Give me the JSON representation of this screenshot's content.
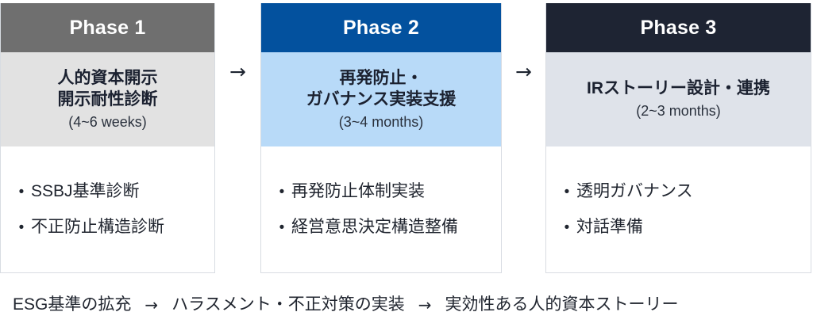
{
  "diagram": {
    "type": "three-phase-roadmap",
    "arrow_glyph": "→",
    "bullet_glyph": "•"
  },
  "phases": [
    {
      "header": "Phase 1",
      "header_color": "#6f6f6f",
      "band_color": "#e2e2e2",
      "title": "人的資本開示\n開示耐性診断",
      "duration": "(4~6 weeks)",
      "bullets": [
        "SSBJ基準診断",
        "不正防止構造診断"
      ]
    },
    {
      "header": "Phase 2",
      "header_color": "#03519e",
      "band_color": "#b8daf8",
      "title": "再発防止・\nガバナンス実装支援",
      "duration": "(3~4 months)",
      "bullets": [
        "再発防止体制実装",
        "経営意思決定構造整備"
      ]
    },
    {
      "header": "Phase 3",
      "header_color": "#1e2433",
      "band_color": "#dfe3ea",
      "title": "IRストーリー設計・連携",
      "duration": "(2~3 months)",
      "bullets": [
        "透明ガバナンス",
        "対話準備"
      ]
    }
  ],
  "connectors": {
    "phase1_to_phase2": "→",
    "phase2_to_phase3": "→"
  },
  "summary_flow": {
    "steps": [
      "ESG基準の拡充",
      "ハラスメント・不正対策の実装",
      "実効性ある人的資本ストーリー"
    ],
    "separator": "→"
  }
}
